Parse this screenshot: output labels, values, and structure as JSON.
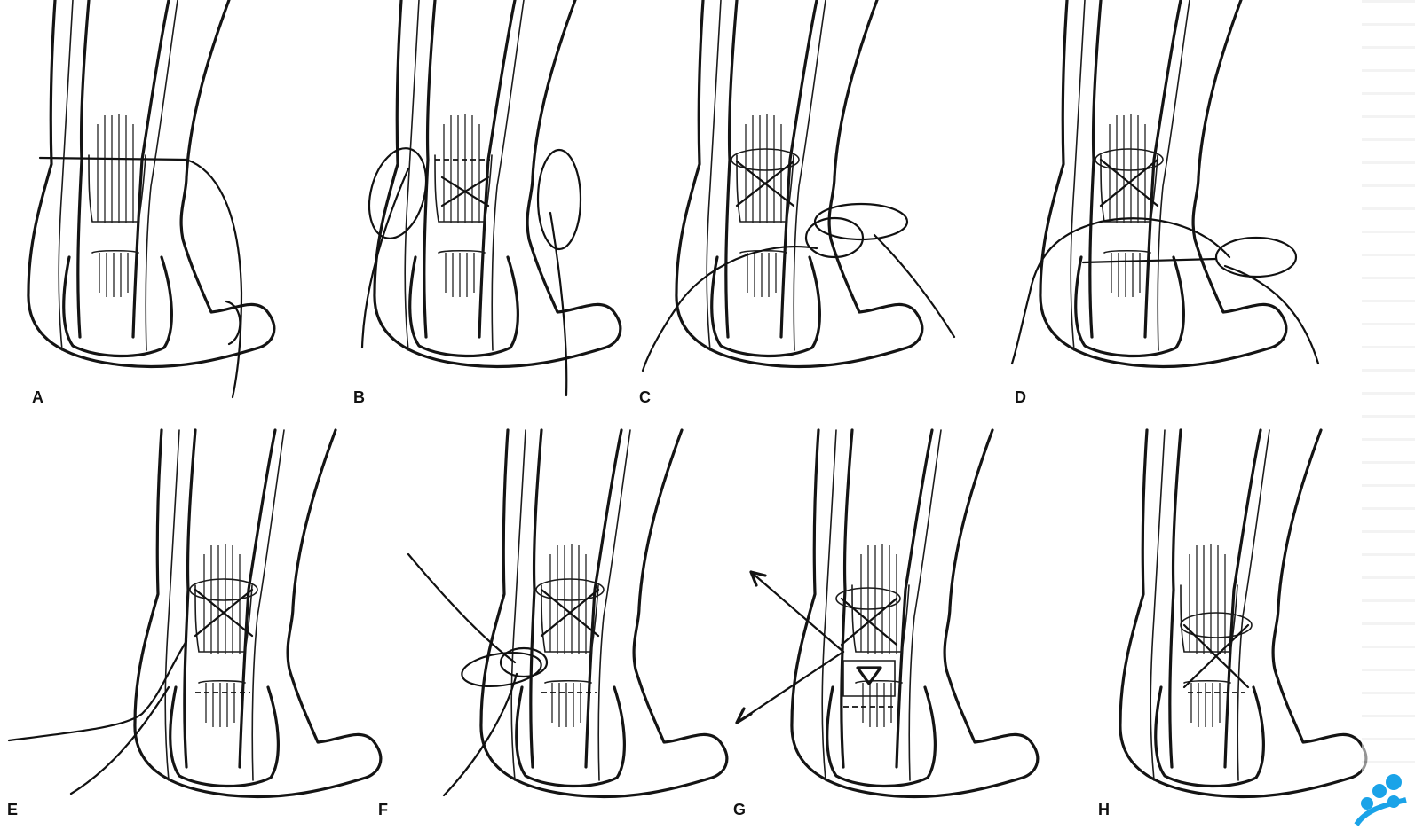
{
  "figure": {
    "panels": [
      {
        "id": "A",
        "label": "A"
      },
      {
        "id": "B",
        "label": "B"
      },
      {
        "id": "C",
        "label": "C"
      },
      {
        "id": "D",
        "label": "D"
      },
      {
        "id": "E",
        "label": "E"
      },
      {
        "id": "F",
        "label": "F"
      },
      {
        "id": "G",
        "label": "G"
      },
      {
        "id": "H",
        "label": "H"
      }
    ],
    "colors": {
      "ink": "#141414",
      "background": "#ffffff",
      "logo": "#1aa3e8"
    },
    "corner_mark": {
      "icon": "blue-dots-logo"
    }
  }
}
